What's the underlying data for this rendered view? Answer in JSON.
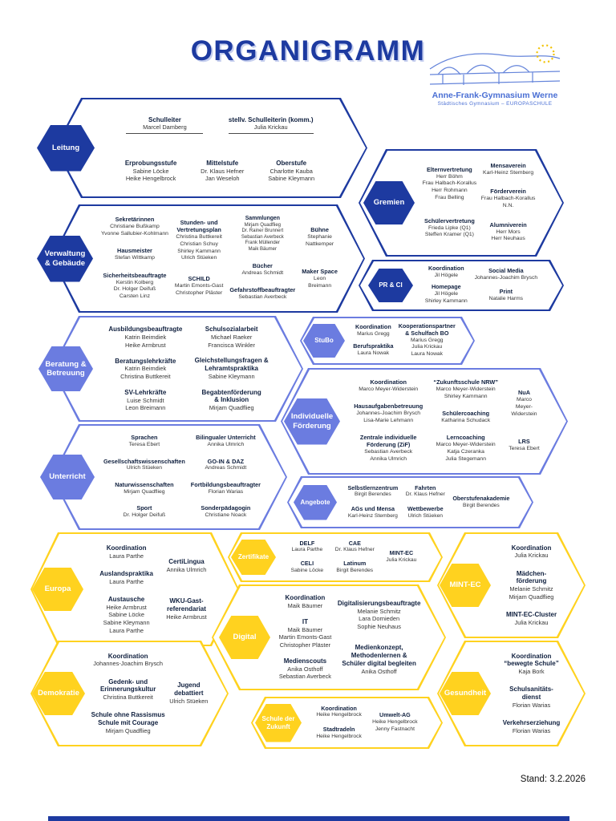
{
  "page": {
    "title": "ORGANIGRAMM",
    "stand": "Stand: 3.2.2026",
    "logo": {
      "name": "Anne-Frank-Gymnasium Werne",
      "subtitle": "Städtisches Gymnasium – EUROPASCHULE"
    },
    "colors": {
      "dark_blue": "#1d3aa0",
      "light_blue": "#6b7ce0",
      "yellow": "#ffd21f"
    }
  },
  "sections": [
    {
      "id": "leitung",
      "label": "Leitung",
      "theme": "dark",
      "rows": [
        [
          {
            "title": "Schulleiter",
            "people": [
              "Marcel Damberg"
            ]
          },
          {
            "title": "stellv. Schulleiterin (komm.)",
            "people": [
              "Julia Krickau"
            ]
          }
        ],
        [
          {
            "title": "Erprobungsstufe",
            "people": [
              "Sabine Löcke",
              "Heike Hengelbrock"
            ]
          },
          {
            "title": "Mittelstufe",
            "people": [
              "Dr. Klaus Hefner",
              "Jan Weseloh"
            ]
          },
          {
            "title": "Oberstufe",
            "people": [
              "Charlotte Kauba",
              "Sabine Kleymann"
            ]
          }
        ]
      ]
    },
    {
      "id": "gremien",
      "label": "Gremien",
      "theme": "dark",
      "columns": [
        [
          {
            "title": "Elternvertretung",
            "people": [
              "Herr Böhm",
              "Frau Halbach-Korallus",
              "Herr Rohmann",
              "Frau Belling"
            ]
          },
          {
            "title": "Schülervertretung",
            "people": [
              "Frieda Lipke (Q1)",
              "Steffen Kramer (Q1)"
            ]
          }
        ],
        [
          {
            "title": "Mensaverein",
            "people": [
              "Karl-Heinz Stemberg"
            ]
          },
          {
            "title": "Förderverein",
            "people": [
              "Frau Halbach-Korallus",
              "N.N."
            ]
          },
          {
            "title": "Alumniverein",
            "people": [
              "Herr Mors",
              "Herr Neuhaus"
            ]
          }
        ]
      ]
    },
    {
      "id": "verwaltung",
      "label": "Verwaltung\n& Gebäude",
      "theme": "dark",
      "columns": [
        [
          {
            "title": "Sekretärinnen",
            "people": [
              "Christiane Bußkamp",
              "Yvonne Sallubier-Kohlmann"
            ]
          },
          {
            "title": "Hausmeister",
            "people": [
              "Stefan Wittkamp"
            ]
          },
          {
            "title": "Sicherheitsbeauftragte",
            "people": [
              "Kerstin Kolberg",
              "Dr. Holger Deifuß",
              "Carsten Linz"
            ]
          }
        ],
        [
          {
            "title": "Stunden- und\nVertretungsplan",
            "people": [
              "Christina Buttkereit",
              "Christian Schuy",
              "Shirley Kammann",
              "Ulrich Stüeken"
            ]
          },
          {
            "title": "SCHILD",
            "people": [
              "Martin Emonts-Gast",
              "Christopher Pläster"
            ]
          }
        ],
        [
          {
            "title": "Sammlungen",
            "small": true,
            "people": [
              "Mirjam Quadflieg",
              "Dr. Rainer Brunnert",
              "Sebastian Averbeck",
              "Frank Müllender",
              "Maik Bäumer"
            ]
          },
          {
            "title": "Bücher",
            "people": [
              "Andreas Schmidt"
            ]
          },
          {
            "title": "Gefahrstoffbeauftragter",
            "people": [
              "Sebastian Averbeck"
            ]
          }
        ],
        [
          {
            "title": "Bühne",
            "people": [
              "Stephanie",
              "Nattkemper"
            ]
          },
          {
            "title": "Maker Space",
            "people": [
              "Leon",
              "Breimann"
            ]
          }
        ]
      ]
    },
    {
      "id": "pr_ci",
      "label": "PR & CI",
      "theme": "dark",
      "columns": [
        [
          {
            "title": "Koordination",
            "people": [
              "Jil Högele"
            ]
          },
          {
            "title": "Homepage",
            "people": [
              "Jil Högele",
              "Shirley Kammann"
            ]
          }
        ],
        [
          {
            "title": "Social Media",
            "people": [
              "Johannes-Joachim Brysch"
            ]
          },
          {
            "title": "Print",
            "people": [
              "Natalie Harms"
            ]
          }
        ]
      ]
    },
    {
      "id": "beratung",
      "label": "Beratung &\nBetreuung",
      "theme": "light",
      "columns": [
        [
          {
            "title": "Ausbildungsbeauftragte",
            "people": [
              "Katrin Beimdiek",
              "Heike Armbrust"
            ]
          },
          {
            "title": "Beratungslehrkräfte",
            "people": [
              "Katrin Beimdiek",
              "Christina Buttkereit"
            ]
          },
          {
            "title": "SV-Lehrkräfte",
            "people": [
              "Luise Schmidt",
              "Leon Breimann"
            ]
          }
        ],
        [
          {
            "title": "Schulsozialarbeit",
            "people": [
              "Michael Raeker",
              "Francisca Winkler"
            ]
          },
          {
            "title": "Gleichstellungsfragen &\nLehramtspraktika",
            "people": [
              "Sabine Kleymann"
            ]
          },
          {
            "title": "Begabtenförderung\n& Inklusion",
            "people": [
              "Mirjam Quadflieg"
            ]
          }
        ]
      ]
    },
    {
      "id": "stubo",
      "label": "StuBo",
      "theme": "light",
      "columns": [
        [
          {
            "title": "Koordination",
            "people": [
              "Marius Gregg"
            ]
          },
          {
            "title": "Berufspraktika",
            "people": [
              "Laura Nowak"
            ]
          }
        ],
        [
          {
            "title": "Kooperationspartner\n& Schulfach BO",
            "people": [
              "Marius Gregg",
              "Julia Krickau",
              "Laura Nowak"
            ]
          }
        ]
      ]
    },
    {
      "id": "foerderung",
      "label": "Individuelle\nFörderung",
      "theme": "light",
      "columns": [
        [
          {
            "title": "Koordination",
            "people": [
              "Marco Meyer-Widerstein"
            ]
          },
          {
            "title": "Hausaufgabenbetreuung",
            "people": [
              "Johannes-Joachim Brysch",
              "Lisa-Marie Lehmann"
            ]
          },
          {
            "title": "Zentrale individuelle\nFörderung (ZiF)",
            "people": [
              "Sebastian Averbeck",
              "Annika Ulmrich"
            ]
          }
        ],
        [
          {
            "title": "“Zukunftsschule NRW”",
            "people": [
              "Marco Meyer-Widerstein",
              "Shirley Kammann"
            ]
          },
          {
            "title": "Schülercoaching",
            "people": [
              "Katharina Schudack"
            ]
          },
          {
            "title": "Lerncoaching",
            "people": [
              "Marco Meyer-Widerstein",
              "Katja Czeranka",
              "Julia Stegemann"
            ]
          }
        ],
        [
          {
            "title": "NuA",
            "people": [
              "Marco",
              "Meyer-",
              "Widerstein"
            ]
          },
          {
            "title": "LRS",
            "people": [
              "Teresa Ebert"
            ]
          }
        ]
      ]
    },
    {
      "id": "unterricht",
      "label": "Unterricht",
      "theme": "light",
      "columns": [
        [
          {
            "title": "Sprachen",
            "people": [
              "Teresa Ebert"
            ]
          },
          {
            "title": "Gesellschaftswissenschaften",
            "people": [
              "Ulrich Stüeken"
            ]
          },
          {
            "title": "Naturwissenschaften",
            "people": [
              "Mirjam Quadflieg"
            ]
          },
          {
            "title": "Sport",
            "people": [
              "Dr. Holger Deifuß"
            ]
          }
        ],
        [
          {
            "title": "Bilingualer Unterricht",
            "people": [
              "Annika Ulmrich"
            ]
          },
          {
            "title": "GO-IN & DAZ",
            "people": [
              "Andreas Schmidt"
            ]
          },
          {
            "title": "Fortbildungsbeauftragter",
            "people": [
              "Florian Warias"
            ]
          },
          {
            "title": "Sonderpädagogin",
            "people": [
              "Christiane Noack"
            ]
          }
        ]
      ]
    },
    {
      "id": "angebote",
      "label": "Angebote",
      "theme": "light",
      "columns": [
        [
          {
            "title": "Selbstlernzentrum",
            "people": [
              "Birgit Berendes"
            ]
          },
          {
            "title": "AGs und Mensa",
            "people": [
              "Karl-Heinz Stemberg"
            ]
          }
        ],
        [
          {
            "title": "Fahrten",
            "people": [
              "Dr. Klaus Hefner"
            ]
          },
          {
            "title": "Wettbewerbe",
            "people": [
              "Ulrich Stüeken"
            ]
          }
        ],
        [
          {
            "title": "Oberstufenakademie",
            "people": [
              "Birgit Berendes"
            ]
          }
        ]
      ]
    },
    {
      "id": "europa",
      "label": "Europa",
      "theme": "yellow",
      "columns": [
        [
          {
            "title": "Koordination",
            "people": [
              "Laura Parthe"
            ]
          },
          {
            "title": "Auslandspraktika",
            "people": [
              "Laura Parthe"
            ]
          },
          {
            "title": "Austausche",
            "people": [
              "Heike Armbrust",
              "Sabine Löcke",
              "Sabine Kleymann",
              "Laura Parthe"
            ]
          }
        ],
        [
          {
            "title": "CertiLingua",
            "people": [
              "Annika Ulmrich"
            ]
          },
          {
            "title": "WKU-Gast-\nreferendariat",
            "people": [
              "Heike Armbrust"
            ]
          }
        ]
      ]
    },
    {
      "id": "zertifikate",
      "label": "Zertifikate",
      "theme": "yellow",
      "columns": [
        [
          {
            "title": "DELF",
            "people": [
              "Laura Parthe"
            ]
          },
          {
            "title": "CELI",
            "people": [
              "Sabine Löcke"
            ]
          }
        ],
        [
          {
            "title": "CAE",
            "people": [
              "Dr. Klaus Hefner"
            ]
          },
          {
            "title": "Latinum",
            "people": [
              "Birgit Berendes"
            ]
          }
        ],
        [
          {
            "title": "MINT-EC",
            "people": [
              "Julia Krickau"
            ]
          }
        ]
      ]
    },
    {
      "id": "mintec",
      "label": "MINT-EC",
      "theme": "yellow",
      "columns": [
        [
          {
            "title": "Koordination",
            "people": [
              "Julia Krickau"
            ]
          },
          {
            "title": "Mädchen-\nförderung",
            "people": [
              "Melanie Schmitz",
              "Mirjam Quadflieg"
            ]
          },
          {
            "title": "MINT-EC-Cluster",
            "people": [
              "Julia Krickau"
            ]
          }
        ]
      ]
    },
    {
      "id": "digital",
      "label": "Digital",
      "theme": "yellow",
      "columns": [
        [
          {
            "title": "Koordination",
            "people": [
              "Maik Bäumer"
            ]
          },
          {
            "title": "IT",
            "people": [
              "Maik Bäumer",
              "Martin Emonts-Gast",
              "Christopher Pläster"
            ]
          },
          {
            "title": "Medienscouts",
            "people": [
              "Anika Osthoff",
              "Sebastian Averbeck"
            ]
          }
        ],
        [
          {
            "title": "Digitalisierungsbeauftragte",
            "people": [
              "Melanie Schmitz",
              "Lara Dornieden",
              "Sophie Neuhaus"
            ]
          },
          {
            "title": "Medienkonzept,\nMethodenlernen &\nSchüler digital begleiten",
            "people": [
              "Anika Osthoff"
            ]
          }
        ]
      ]
    },
    {
      "id": "demokratie",
      "label": "Demokratie",
      "theme": "yellow",
      "columns": [
        [
          {
            "title": "Koordination",
            "people": [
              "Johannes-Joachim Brysch"
            ]
          },
          {
            "title": "Gedenk- und\nErinnerungskultur",
            "people": [
              "Christina Buttkereit"
            ]
          },
          {
            "title": "Schule ohne Rassismus\nSchule mit Courage",
            "people": [
              "Mirjam Quadflieg"
            ]
          }
        ],
        [
          {
            "title": "Jugend\ndebattiert",
            "people": [
              "Ulrich Stüeken"
            ]
          }
        ]
      ]
    },
    {
      "id": "zukunft",
      "label": "Schule der\nZukunft",
      "theme": "yellow",
      "columns": [
        [
          {
            "title": "Koordination",
            "people": [
              "Heike Hengelbrock"
            ]
          },
          {
            "title": "Stadtradeln",
            "people": [
              "Heike Hengelbrock"
            ]
          }
        ],
        [
          {
            "title": "Umwelt-AG",
            "people": [
              "Heike Hengelbrock",
              "Jenny Fastnacht"
            ]
          }
        ]
      ]
    },
    {
      "id": "gesundheit",
      "label": "Gesundheit",
      "theme": "yellow",
      "columns": [
        [
          {
            "title": "Koordination\n“bewegte Schule”",
            "people": [
              "Kaja Bork"
            ]
          },
          {
            "title": "Schulsanitäts-\ndienst",
            "people": [
              "Florian Warias"
            ]
          },
          {
            "title": "Verkehrserziehung",
            "people": [
              "Florian Warias"
            ]
          }
        ]
      ]
    }
  ]
}
